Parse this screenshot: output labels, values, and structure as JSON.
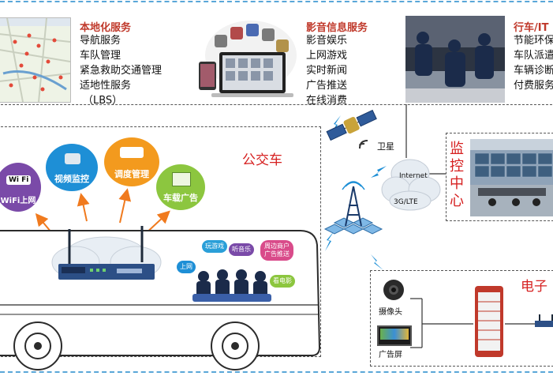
{
  "sections": {
    "local": {
      "title": "本地化服务",
      "items": [
        "导航服务",
        "车队管理",
        "紧急救助交通管理",
        "适地性服务",
        "（LBS）"
      ]
    },
    "media": {
      "title": "影音信息服务",
      "items": [
        "影音娱乐",
        "上网游戏",
        "实时新闻",
        "广告推送",
        "在线消费"
      ]
    },
    "driving": {
      "title": "行车/IT",
      "items": [
        "节能环保",
        "车队派遣",
        "车辆诊断",
        "付费服务"
      ]
    }
  },
  "bus": {
    "title": "公交车",
    "bubbles": [
      "WiFi上网",
      "视频监控",
      "调度管理",
      "车载广告"
    ],
    "wifi_badge": "Wi Fi",
    "chats": [
      "上网",
      "玩游戏",
      "听音乐",
      "周边商户广告推送",
      "看电影"
    ]
  },
  "network": {
    "satellite_label": "卫星",
    "internet_label": "Internet",
    "mobile_label": "3G/LTE"
  },
  "monitor_center": {
    "title": "监控中心"
  },
  "electronic": {
    "title": "电子",
    "camera_label": "摄像头",
    "screen_label": "广告屏"
  },
  "colors": {
    "accent_red": "#d62020",
    "dash_blue": "#5aa7d8",
    "bubble_blue": "#1e8fd6",
    "bubble_orange": "#f39a1e",
    "bubble_green": "#8cc63f",
    "bubble_purple": "#7a4aa8"
  }
}
